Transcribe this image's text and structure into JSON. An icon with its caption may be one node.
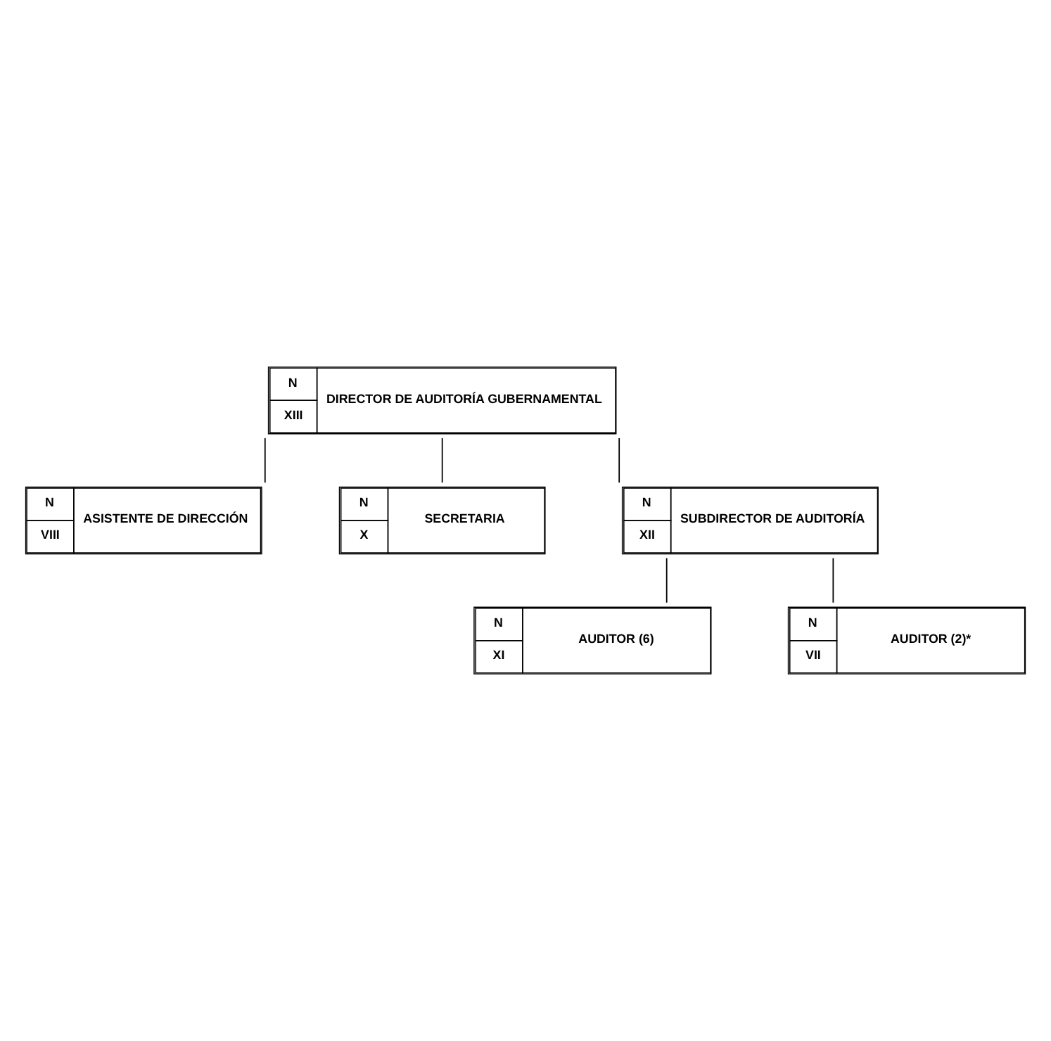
{
  "diagram": {
    "nodes": [
      {
        "text": [
          "N",
          "XIII",
          "DIRECTOR DE AUDITORÍA GUBERNAMENTAL"
        ]
      },
      {
        "text": [
          "N",
          "VIII",
          "ASISTENTE DE DIRECCIÓN"
        ]
      },
      {
        "text": [
          "N",
          "X",
          "SECRETARIA"
        ]
      },
      {
        "text": [
          "N",
          "XII",
          "SUBDIRECTOR DE AUDITORÍA"
        ]
      },
      {
        "text": [
          "N",
          "XI",
          "AUDITOR (6)"
        ]
      },
      {
        "text": [
          "N",
          "VII",
          "AUDITOR (2)*"
        ]
      }
    ],
    "edges": [
      {
        "from": 0,
        "to": 1,
        "arrow": "none"
      },
      {
        "from": 0,
        "to": 2,
        "arrow": "none"
      },
      {
        "from": 0,
        "to": 3,
        "arrow": "none"
      },
      {
        "from": 3,
        "to": 4,
        "arrow": "none"
      },
      {
        "from": 3,
        "to": 5,
        "arrow": "none"
      }
    ]
  }
}
